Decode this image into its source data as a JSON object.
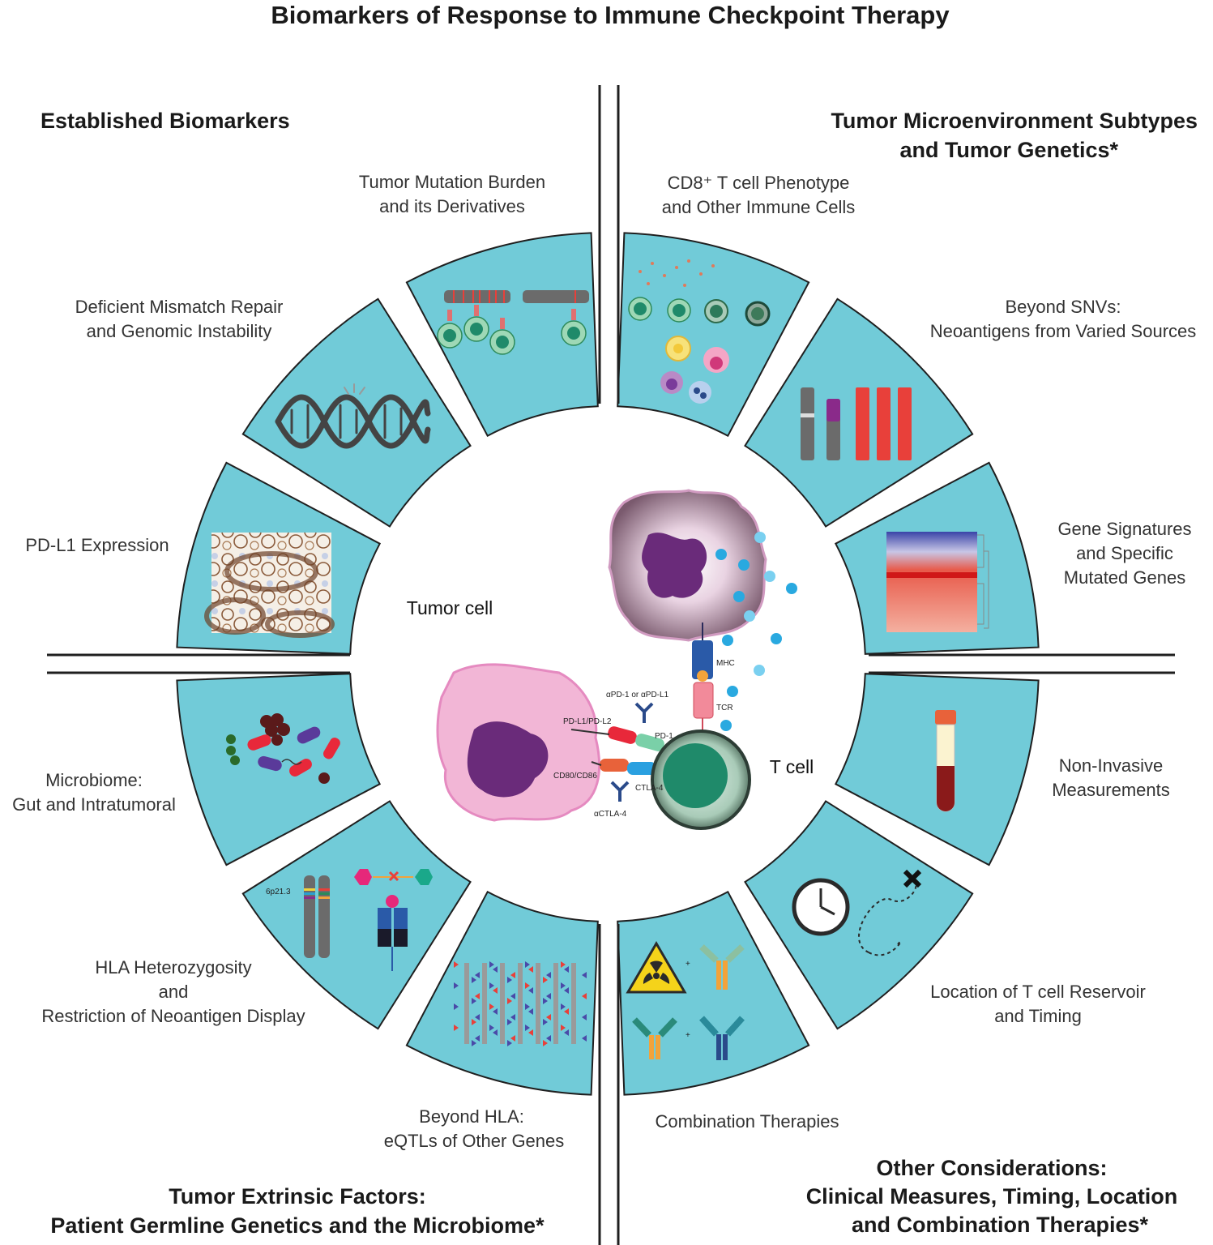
{
  "title": "Biomarkers of Response to Immune Checkpoint Therapy",
  "quadrants": {
    "top_left": {
      "line1": "Established Biomarkers"
    },
    "top_right": {
      "line1": "Tumor Microenvironment Subtypes",
      "line2": "and Tumor Genetics*"
    },
    "bottom_left": {
      "line1": "Tumor Extrinsic Factors:",
      "line2": "Patient Germline Genetics and the Microbiome*"
    },
    "bottom_right": {
      "line1": "Other Considerations:",
      "line2": "Clinical Measures, Timing, Location",
      "line3": "and Combination Therapies*"
    }
  },
  "segments": {
    "pdl1": {
      "l1": "PD-L1 Expression"
    },
    "mmr": {
      "l1": "Deficient Mismatch Repair",
      "l2": "and Genomic Instability"
    },
    "tmb": {
      "l1": "Tumor Mutation Burden",
      "l2": "and its Derivatives"
    },
    "cd8": {
      "l1": "CD8⁺ T cell Phenotype",
      "l2": "and Other Immune Cells"
    },
    "snv": {
      "l1": "Beyond SNVs:",
      "l2": "Neoantigens from Varied Sources"
    },
    "gene": {
      "l1": "Gene Signatures",
      "l2": "and Specific",
      "l3": "Mutated Genes"
    },
    "noninv": {
      "l1": "Non-Invasive",
      "l2": "Measurements"
    },
    "location": {
      "l1": "Location of T cell Reservoir",
      "l2": "and Timing"
    },
    "combo": {
      "l1": "Combination Therapies"
    },
    "eqtl": {
      "l1": "Beyond HLA:",
      "l2": "eQTLs of Other Genes"
    },
    "hla": {
      "l1": "HLA Heterozygosity",
      "l2": "and",
      "l3": "Restriction of Neoantigen Display"
    },
    "micro": {
      "l1": "Microbiome:",
      "l2": "Gut and Intratumoral"
    }
  },
  "center": {
    "tumor_cell": "Tumor cell",
    "t_cell": "T cell",
    "mhc": "MHC",
    "tcr": "TCR",
    "apd1": "αPD-1 or αPD-L1",
    "pdl1l2": "PD-L1/PD-L2",
    "pd1": "PD-1",
    "cd80": "CD80/CD86",
    "ctla4": "CTLA-4",
    "actla4": "αCTLA-4"
  },
  "hla_label": "6p21.3",
  "colors": {
    "segment_fill": "#71cbd8",
    "divider": "#1f1f1f",
    "tumor_pink": "#f2b6d6",
    "nucleus_purple": "#6a2b7a",
    "tcell_green": "#1f8a6a",
    "dot_blue": "#29a9e0",
    "red_bar": "#e8403a"
  }
}
